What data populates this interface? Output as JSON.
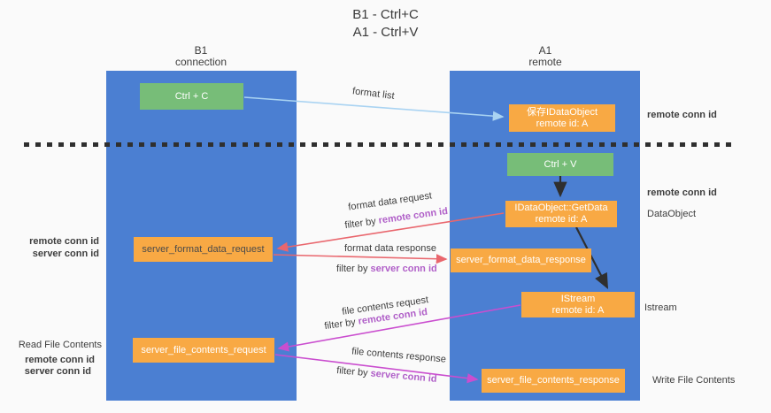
{
  "title": {
    "line1": "B1 - Ctrl+C",
    "line2": "A1 - Ctrl+V"
  },
  "lanes": {
    "left": {
      "name": "B1",
      "role": "connection"
    },
    "right": {
      "name": "A1",
      "role": "remote"
    }
  },
  "boxes": {
    "ctrl_c": {
      "label": "Ctrl + C"
    },
    "save_dataobject": {
      "line1": "保存IDataObject",
      "line2": "remote id: A"
    },
    "ctrl_v": {
      "label": "Ctrl + V"
    },
    "getdata": {
      "line1": "IDataObject::GetData",
      "line2": "remote id: A"
    },
    "format_request": {
      "label": "server_format_data_request"
    },
    "format_response": {
      "label": "server_format_data_response"
    },
    "istream": {
      "line1": "IStream",
      "line2": "remote id: A"
    },
    "file_request": {
      "label": "server_file_contents_request"
    },
    "file_response": {
      "label": "server_file_contents_response"
    }
  },
  "arrow_labels": {
    "format_list": "format list",
    "format_data_request": "format data request",
    "format_data_response": "format data response",
    "file_contents_request": "file contents request",
    "file_contents_response": "file contents response",
    "filter_prefix": "filter by",
    "remote_conn_id": "remote conn id",
    "server_conn_id": "server conn id"
  },
  "side_labels": {
    "right_remote_conn_id_top": "remote conn id",
    "right_remote_conn_id_mid": "remote conn id",
    "dataobject": "DataObject",
    "istream": "Istream",
    "write_file_contents": "Write File Contents",
    "read_file_contents": "Read File Contents",
    "left_remote_conn_id_top": "remote conn id",
    "left_server_conn_id_top": "server conn id",
    "left_remote_conn_id_bottom": "remote conn id",
    "left_server_conn_id_bottom": "server conn id"
  },
  "colors": {
    "lane_blue": "#4b7fd2",
    "box_green": "#77bd78",
    "box_orange": "#f8a944",
    "label_purple": "#b05fc8",
    "label_green": "#67bb66",
    "arrow_light_blue": "#a9d3f2",
    "arrow_red": "#e9666d",
    "arrow_magenta": "#ca4ecf",
    "arrow_black": "#2f2f2f",
    "background": "#fafafa"
  }
}
